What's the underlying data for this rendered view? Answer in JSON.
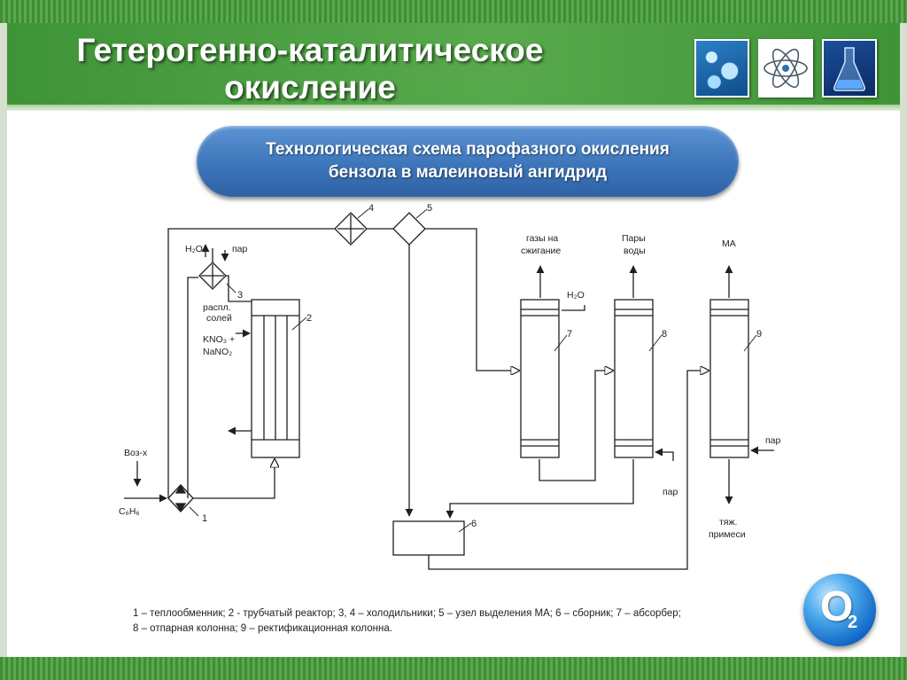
{
  "slide": {
    "title_line1": "Гетерогенно-каталитическое",
    "title_line2": "окисление",
    "subtitle_line1": "Технологическая схема парофазного окисления",
    "subtitle_line2": "бензола в малеиновый ангидрид",
    "badge_letter": "O",
    "badge_sub": "2"
  },
  "scheme": {
    "numbers": {
      "n1": "1",
      "n2": "2",
      "n3": "3",
      "n4": "4",
      "n5": "5",
      "n6": "6",
      "n7": "7",
      "n8": "8",
      "n9": "9"
    },
    "labels": {
      "h2o_top": "H₂O",
      "par_top": "пар",
      "rasp_line1": "распл.",
      "rasp_line2": "солей",
      "kno3": "KNO₃ +",
      "nano2": "NaNO₂",
      "vozh": "Воз-х",
      "c6h6": "C₆H₆",
      "gases_line1": "газы на",
      "gases_line2": "сжигание",
      "h2o_col7": "H₂O",
      "steam_line1": "Пары",
      "steam_line2": "воды",
      "ma": "МА",
      "par_col8": "пар",
      "par_col9": "пар",
      "heavy_line1": "тяж.",
      "heavy_line2": "примеси"
    }
  },
  "caption": {
    "line1": "1 – теплообменник; 2 - трубчатый реактор; 3, 4 – холодильники; 5 – узел выделения МА; 6 – сборник; 7 – абсорбер;",
    "line2": "8 – отпарная колонна; 9 – ректификационная колонна."
  },
  "colors": {
    "header_green": "#4a9c40",
    "pill_blue": "#3b73b8"
  }
}
